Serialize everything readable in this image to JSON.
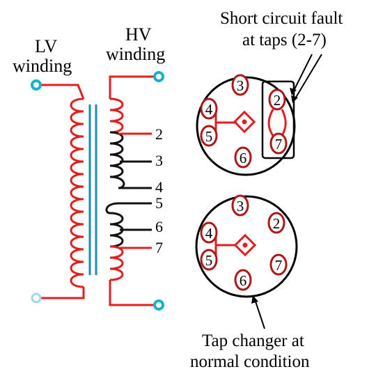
{
  "labels": {
    "lv_line1": "LV",
    "lv_line2": "winding",
    "hv_line1": "HV",
    "hv_line2": "winding",
    "fault_line1": "Short circuit fault",
    "fault_line2": "at taps (2-7)",
    "normal_line1": "Tap changer at",
    "normal_line2": "normal condition"
  },
  "taps": [
    "2",
    "3",
    "4",
    "5",
    "6",
    "7"
  ],
  "fault_dial": {
    "contacts": [
      "3",
      "4",
      "5",
      "6",
      "2",
      "7"
    ]
  },
  "normal_dial": {
    "contacts": [
      "3",
      "4",
      "5",
      "6",
      "2",
      "7"
    ]
  },
  "colors": {
    "winding": "#e41e1e",
    "core": "#1a8fb0",
    "terminal": "#16b3c4",
    "terminal_fill": "#ffffff",
    "tap_black": "#111111",
    "contact_ring": "#b01818",
    "border": "#000000"
  }
}
